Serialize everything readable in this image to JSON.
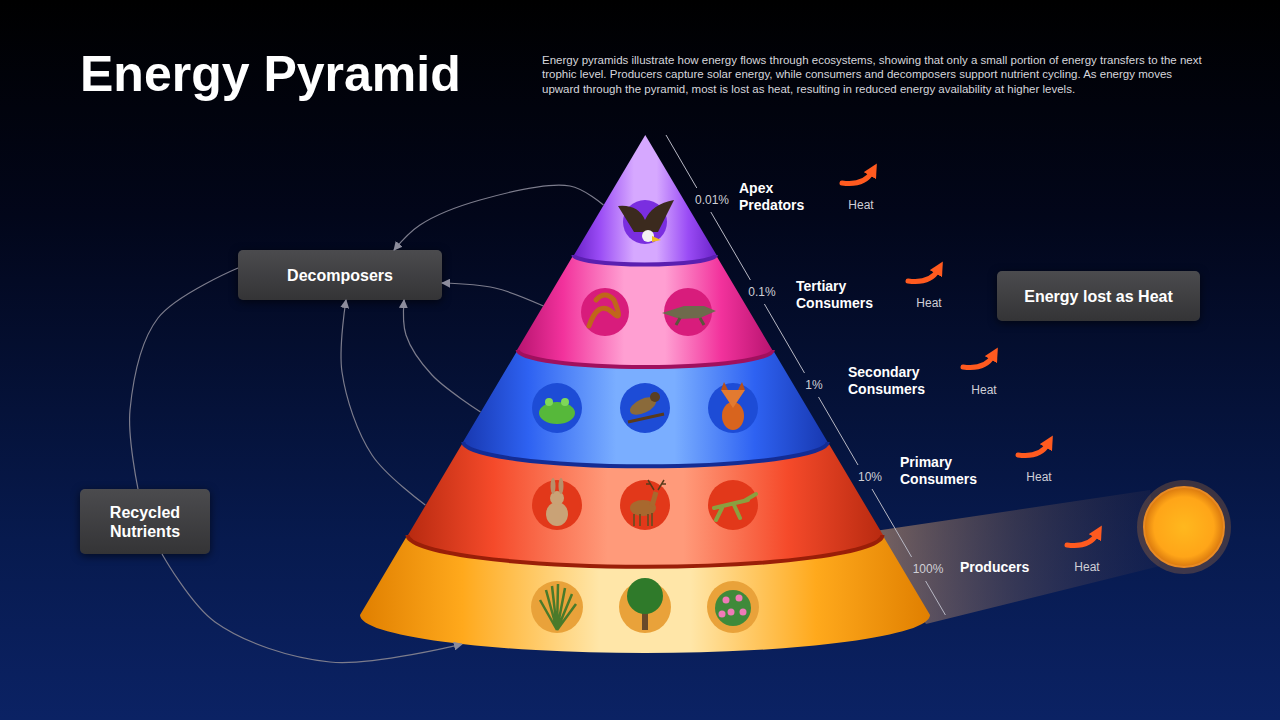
{
  "diagram": {
    "title": "Energy Pyramid",
    "caption": "Energy pyramids illustrate how energy flows through ecosystems, showing that only a small portion of energy transfers to the next trophic level. Producers capture solar energy, while consumers and decomposers support nutrient cycling. As energy moves upward through the pyramid, most is lost as heat, resulting in reduced energy availability at higher levels.",
    "nodes": [
      {
        "text": [
          "Apex Predators"
        ]
      },
      {
        "text": [
          "Tertiary Consumers"
        ]
      },
      {
        "text": [
          "Secondary Consumers"
        ]
      },
      {
        "text": [
          "Primary Consumers"
        ]
      },
      {
        "text": [
          "Producers"
        ]
      },
      {
        "text": [
          "Decomposers"
        ]
      },
      {
        "text": [
          "Energy lost as Heat"
        ]
      },
      {
        "text": [
          "Recycled Nutrients"
        ]
      }
    ],
    "edges": [
      {
        "from": 0,
        "to": 5,
        "arrow": "to"
      },
      {
        "from": 1,
        "to": 5,
        "arrow": "to"
      },
      {
        "from": 2,
        "to": 5,
        "arrow": "to"
      },
      {
        "from": 3,
        "to": 5,
        "arrow": "to"
      },
      {
        "from": 5,
        "to": 7,
        "arrow": "none"
      },
      {
        "from": 7,
        "to": 4,
        "arrow": "to"
      }
    ],
    "labels": [
      "0.01%",
      "0.1%",
      "1%",
      "10%",
      "100%",
      "Heat",
      "Heat",
      "Heat",
      "Heat",
      "Heat"
    ]
  }
}
